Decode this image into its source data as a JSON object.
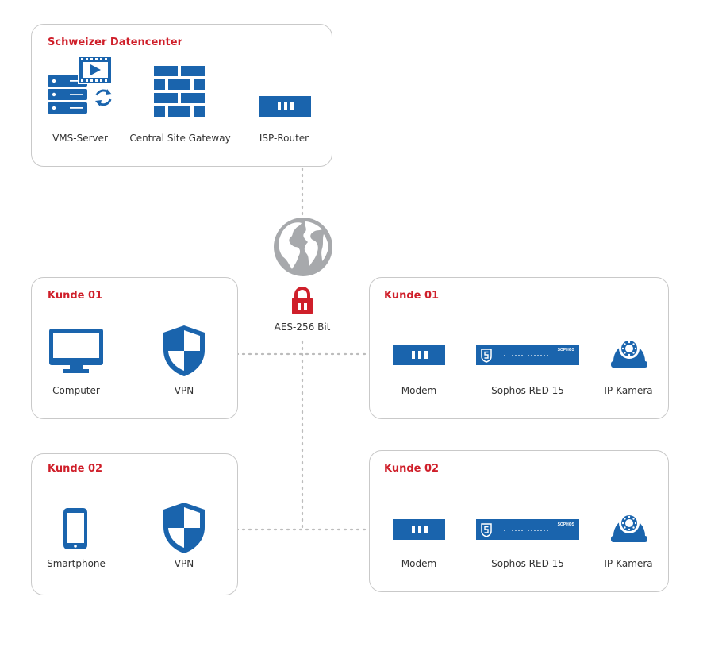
{
  "colors": {
    "accent_red": "#cf1f2a",
    "device_blue": "#1a64ad",
    "globe_gray": "#a7a9ac",
    "connector_gray": "#bcbcbc"
  },
  "datacenter": {
    "title": "Schweizer Datencenter",
    "vms_label": "VMS-Server",
    "gateway_label": "Central Site Gateway",
    "router_label": "ISP-Router"
  },
  "internet": {
    "encryption_label": "AES-256 Bit",
    "globe_icon": "globe-icon",
    "lock_icon": "lock-icon"
  },
  "left_customer_1": {
    "title": "Kunde 01",
    "device_label": "Computer",
    "vpn_label": "VPN"
  },
  "left_customer_2": {
    "title": "Kunde 02",
    "device_label": "Smartphone",
    "vpn_label": "VPN"
  },
  "right_customer_1": {
    "title": "Kunde 01",
    "modem_label": "Modem",
    "red_label": "Sophos RED 15",
    "red_brand": "SOPHOS",
    "camera_label": "IP-Kamera"
  },
  "right_customer_2": {
    "title": "Kunde 02",
    "modem_label": "Modem",
    "red_label": "Sophos RED 15",
    "red_brand": "SOPHOS",
    "camera_label": "IP-Kamera"
  }
}
